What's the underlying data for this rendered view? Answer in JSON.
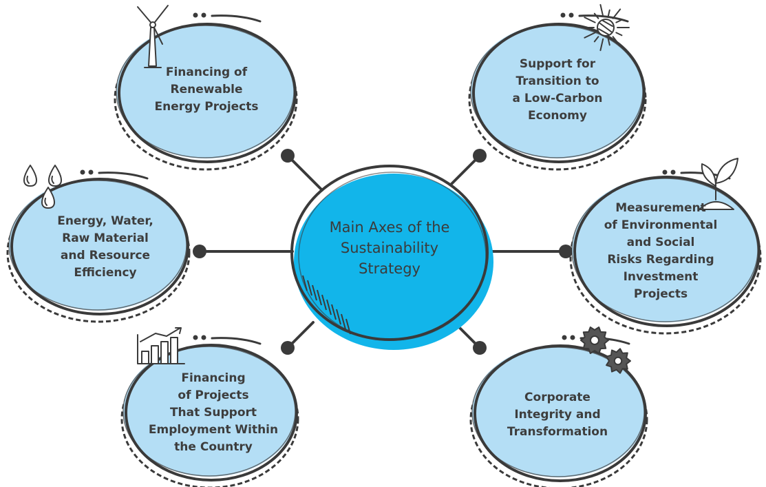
{
  "diagram": {
    "center": {
      "title": "Main Axes of the\nSustainability\nStrategy"
    },
    "nodes": [
      {
        "id": "renewable",
        "label": "Financing of\nRenewable\nEnergy Projects",
        "icon": "wind-turbine-icon"
      },
      {
        "id": "low-carbon",
        "label": "Support for\nTransition to\na Low-Carbon\nEconomy",
        "icon": "sun-icon"
      },
      {
        "id": "efficiency",
        "label": "Energy, Water,\nRaw Material\nand Resource\nEfficiency",
        "icon": "water-drops-icon"
      },
      {
        "id": "risks",
        "label": "Measurement\nof Environmental\nand Social\nRisks Regarding\nInvestment\nProjects",
        "icon": "sprout-icon"
      },
      {
        "id": "employment",
        "label": "Financing\nof Projects\nThat Support\nEmployment Within\nthe Country",
        "icon": "growth-chart-icon"
      },
      {
        "id": "integrity",
        "label": "Corporate\nIntegrity and\nTransformation",
        "icon": "gears-icon"
      }
    ],
    "colors": {
      "center_fill": "#12b5ea",
      "node_fill": "#b4def5",
      "stroke": "#3a3a3a"
    }
  }
}
